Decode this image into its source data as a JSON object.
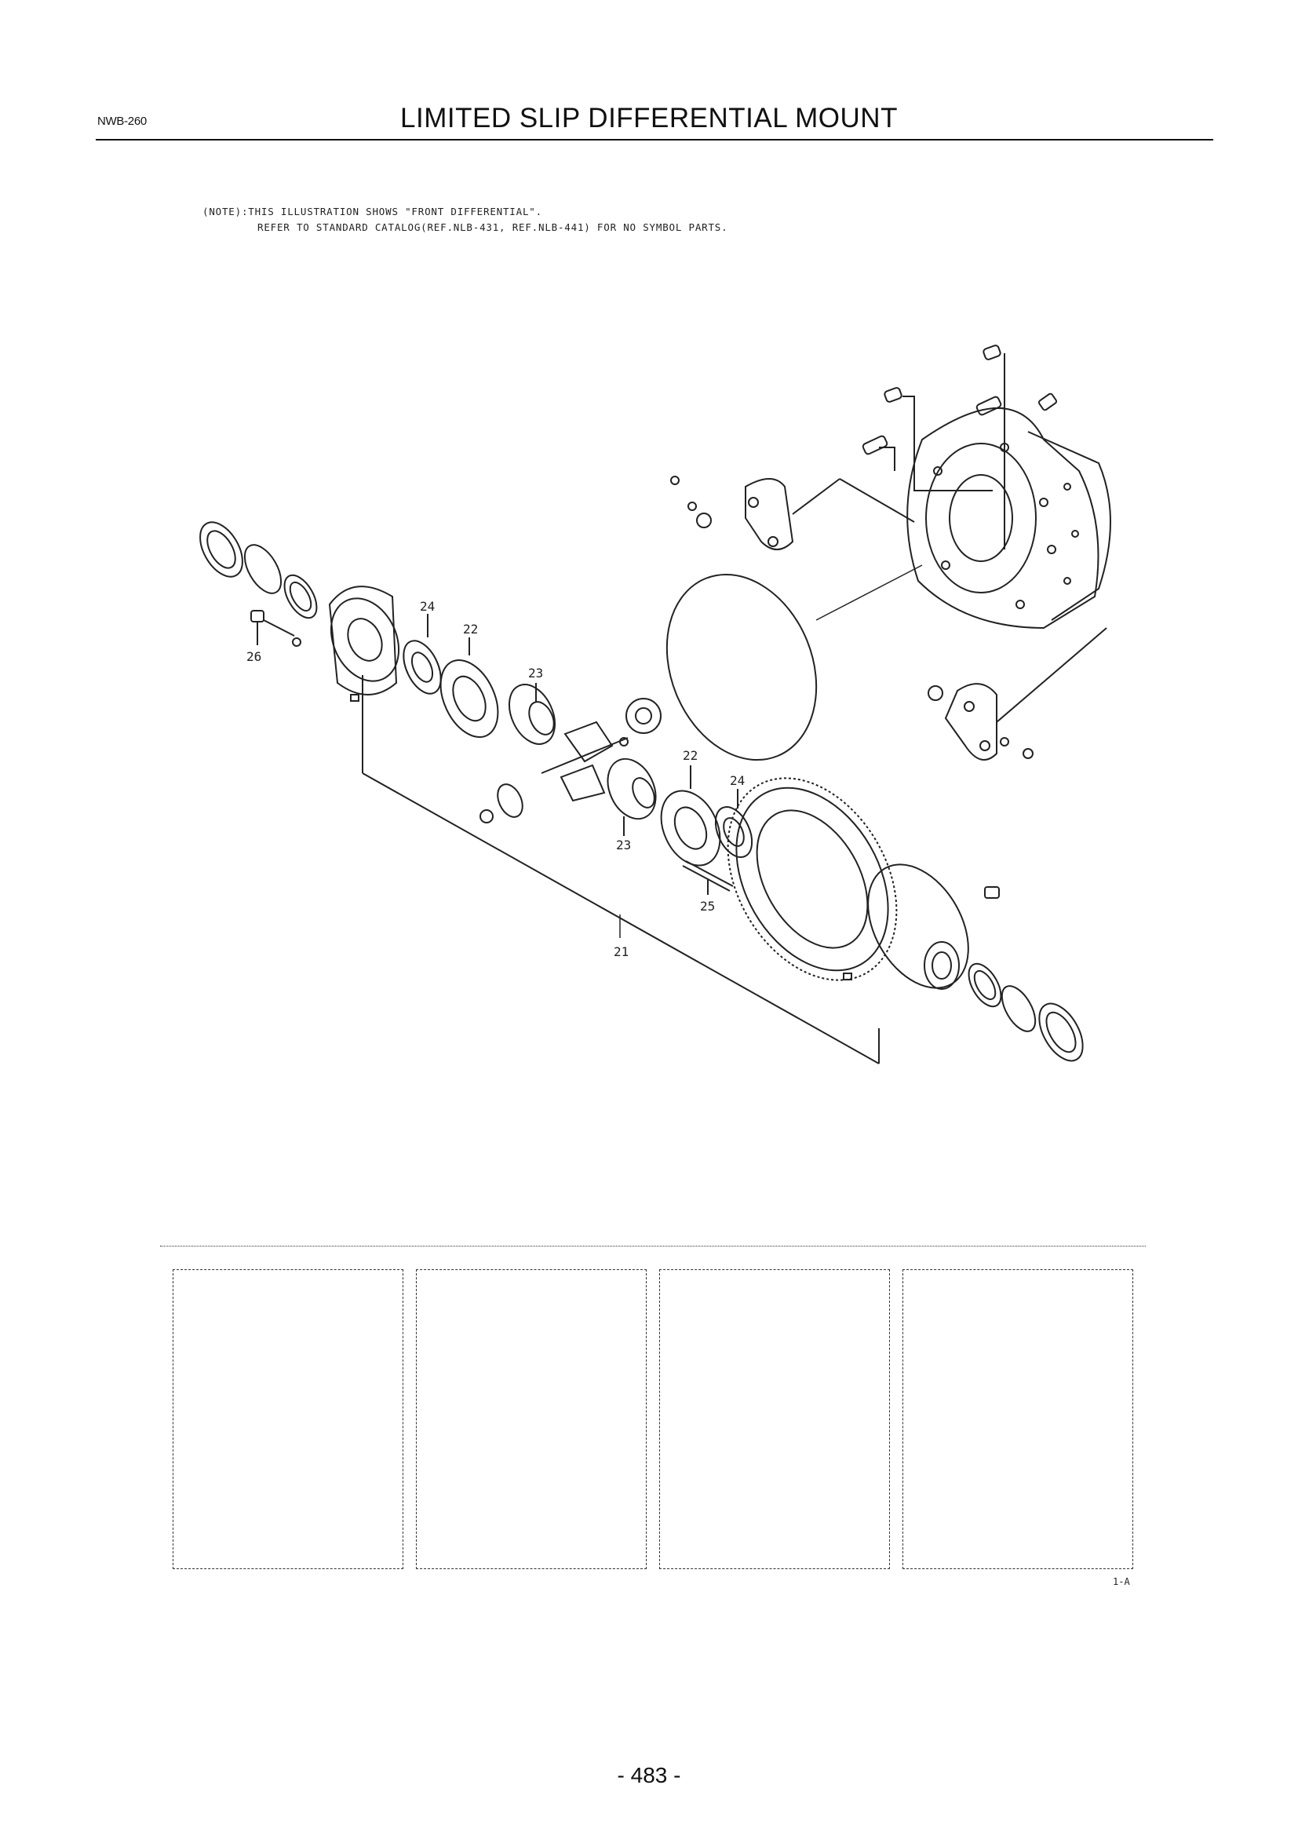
{
  "header": {
    "section_code": "NWB-260",
    "title": "LIMITED SLIP DIFFERENTIAL MOUNT"
  },
  "note": {
    "line1": "(NOTE):THIS ILLUSTRATION SHOWS \"FRONT DIFFERENTIAL\".",
    "line2": "REFER TO STANDARD CATALOG(REF.NLB-431, REF.NLB-441) FOR NO SYMBOL PARTS."
  },
  "callouts": {
    "c21": "21",
    "c22a": "22",
    "c22b": "22",
    "c23a": "23",
    "c23b": "23",
    "c24a": "24",
    "c24b": "24",
    "c25": "25",
    "c26": "26"
  },
  "figure_ref": "1-A",
  "page_number": "- 483 -"
}
